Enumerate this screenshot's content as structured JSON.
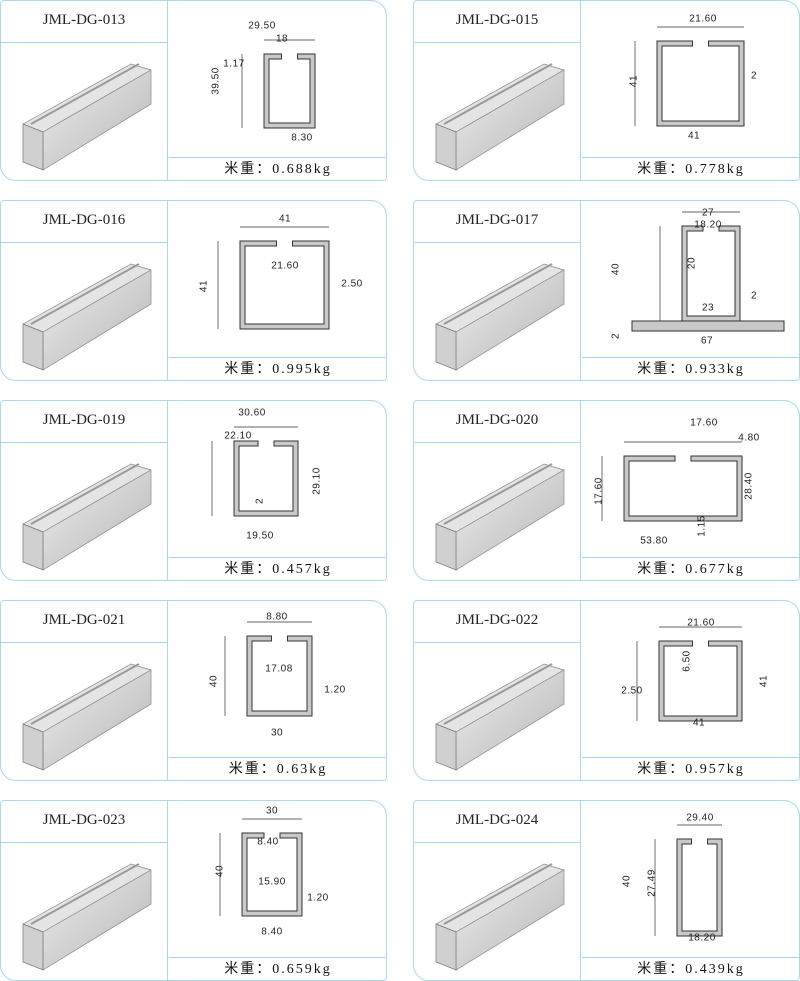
{
  "weight_label": "米重：",
  "products": [
    {
      "code": "JML-DG-013",
      "weight": "0.688kg",
      "dims": [
        "29.50",
        "18",
        "1.17",
        "39.50",
        "8.30"
      ]
    },
    {
      "code": "JML-DG-015",
      "weight": "0.778kg",
      "dims": [
        "21.60",
        "41",
        "2",
        "41"
      ]
    },
    {
      "code": "JML-DG-016",
      "weight": "0.995kg",
      "dims": [
        "41",
        "21.60",
        "41",
        "2.50"
      ]
    },
    {
      "code": "JML-DG-017",
      "weight": "0.933kg",
      "dims": [
        "27",
        "18.20",
        "40",
        "20",
        "23",
        "2",
        "2",
        "67"
      ]
    },
    {
      "code": "JML-DG-019",
      "weight": "0.457kg",
      "dims": [
        "30.60",
        "22.10",
        "29.10",
        "2",
        "19.50"
      ]
    },
    {
      "code": "JML-DG-020",
      "weight": "0.677kg",
      "dims": [
        "17.60",
        "4.80",
        "17.60",
        "28.40",
        "1.15",
        "53.80"
      ]
    },
    {
      "code": "JML-DG-021",
      "weight": "0.63kg",
      "dims": [
        "8.80",
        "17.08",
        "40",
        "1.20",
        "30"
      ]
    },
    {
      "code": "JML-DG-022",
      "weight": "0.957kg",
      "dims": [
        "21.60",
        "6.50",
        "41",
        "2.50",
        "41"
      ]
    },
    {
      "code": "JML-DG-023",
      "weight": "0.659kg",
      "dims": [
        "30",
        "8.40",
        "40",
        "15.90",
        "1.20",
        "8.40"
      ]
    },
    {
      "code": "JML-DG-024",
      "weight": "0.439kg",
      "dims": [
        "29.40",
        "40",
        "27.49",
        "18.20"
      ]
    }
  ]
}
